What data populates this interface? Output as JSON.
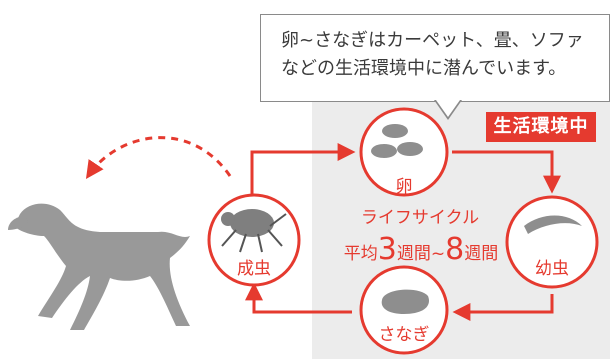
{
  "callout": {
    "line1": "卵~さなぎはカーペット、畳、ソファ",
    "line2": "などの生活環境中に潜んでいます。"
  },
  "environment_tag": "生活環境中",
  "stages": {
    "egg": "卵",
    "larva": "幼虫",
    "pupa": "さなぎ",
    "adult": "成虫"
  },
  "cycle": {
    "title": "ライフサイクル",
    "prefix": "平均",
    "min_weeks": "3",
    "mid": "週間~",
    "max_weeks": "8",
    "suffix": "週間"
  },
  "colors": {
    "accent": "#e53a2f",
    "panel": "#ececec",
    "silhouette": "#999999"
  },
  "icons": [
    "dog-silhouette",
    "flea-illustration",
    "egg-icon",
    "larva-icon",
    "pupa-icon"
  ]
}
